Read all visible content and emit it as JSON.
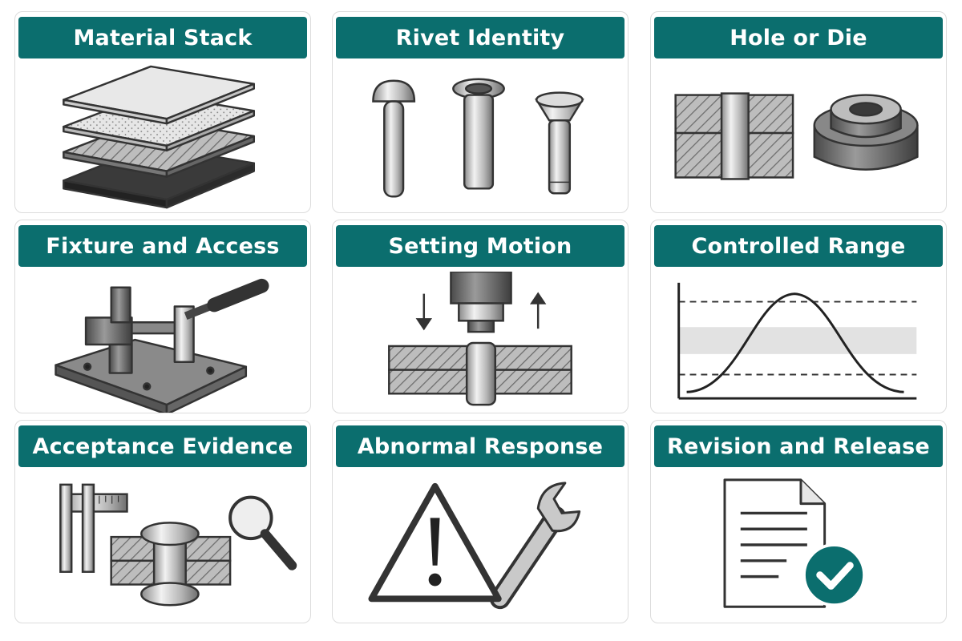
{
  "theme": {
    "accent": "#0b6e6e",
    "icon_stroke": "#333333"
  },
  "panels": [
    {
      "title": "Material Stack",
      "icon": "material-stack-icon"
    },
    {
      "title": "Rivet Identity",
      "icon": "rivet-types-icon"
    },
    {
      "title": "Hole or Die",
      "icon": "hole-and-die-icon"
    },
    {
      "title": "Fixture and Access",
      "icon": "toggle-clamp-fixture-icon"
    },
    {
      "title": "Setting Motion",
      "icon": "rivet-setting-tool-icon"
    },
    {
      "title": "Controlled Range",
      "icon": "bell-curve-range-icon"
    },
    {
      "title": "Acceptance Evidence",
      "icon": "caliper-magnifier-inspection-icon"
    },
    {
      "title": "Abnormal Response",
      "icon": "warning-wrench-icon"
    },
    {
      "title": "Revision and Release",
      "icon": "approved-document-icon"
    }
  ]
}
